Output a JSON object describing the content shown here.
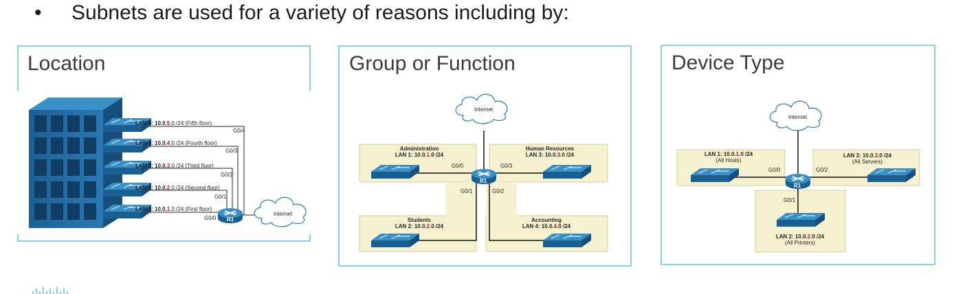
{
  "heading": {
    "bullet": "•",
    "text": "Subnets are used for a variety of reasons including by:"
  },
  "panels": {
    "location": {
      "title": "Location",
      "lans": [
        {
          "prefix": "LAN 5: 10.0.",
          "octet": "5",
          "suffix": ".0 /24 (Fifth floor)",
          "port": "G0/4"
        },
        {
          "prefix": "LAN 4: 10.0.",
          "octet": "4",
          "suffix": ".0 /24 (Fourth floor)",
          "port": "G0/3"
        },
        {
          "prefix": "LAN 3: 10.0.",
          "octet": "3",
          "suffix": ".0 /24 (Third floor)",
          "port": "G0/2"
        },
        {
          "prefix": "LAN 2: 10.0.",
          "octet": "2",
          "suffix": ".0 /24 (Second floor)",
          "port": "G0/1"
        },
        {
          "prefix": "LAN 1: 10.0.",
          "octet": "1",
          "suffix": ".0 /24 (First floor)",
          "port": "G0/0"
        }
      ],
      "router": "R1",
      "internet": "Internet"
    },
    "group": {
      "title": "Group or Function",
      "internet": "Internet",
      "router": "R1",
      "admin": {
        "name": "Administration",
        "prefix": "LAN 1: 10.0.",
        "octet": "1",
        "suffix": ".0 /24",
        "port": "G0/0"
      },
      "hr": {
        "name": "Human Resources",
        "prefix": "LAN 3: 10.0.",
        "octet": "3",
        "suffix": ".0 /24",
        "port": "G0/3"
      },
      "students": {
        "name": "Students",
        "prefix": "LAN 2: 10.0.",
        "octet": "2",
        "suffix": ".0 /24",
        "port": "G0/1"
      },
      "accounting": {
        "name": "Accounting",
        "prefix": "LAN 4: 10.0.",
        "octet": "4",
        "suffix": ".0 /24",
        "port": "G0/2"
      }
    },
    "device": {
      "title": "Device Type",
      "internet": "Internet",
      "router": "R1",
      "lan1": {
        "prefix": "LAN 1: 10.0.",
        "octet": "1",
        "suffix": ".0 /24",
        "desc": "(All Hosts)",
        "port": "G0/0"
      },
      "lan3": {
        "prefix": "LAN 3: 10.0.",
        "octet": "3",
        "suffix": ".0 /24",
        "desc": "(All Servers)",
        "port": "G0/2"
      },
      "lan2": {
        "prefix": "LAN 2: 10.0.",
        "octet": "2",
        "suffix": ".0 /24",
        "desc": "(All Printers)",
        "port": "G0/1"
      }
    }
  },
  "colors": {
    "panel_border": "#5bc4e2",
    "device_blue": "#1c6ea4",
    "lan_area": "#f6f2d0",
    "highlight": "#b5121b"
  },
  "footer": {
    "logo": "cisco-logo"
  }
}
